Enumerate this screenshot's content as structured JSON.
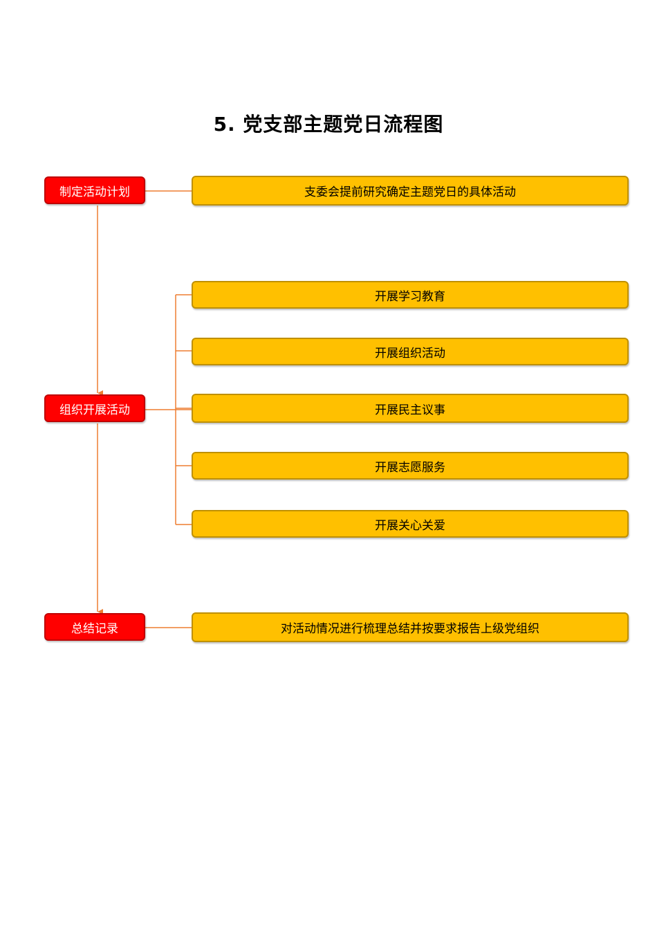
{
  "title": "5. 党支部主题党日流程图",
  "colors": {
    "step_fill": "#ff0000",
    "detail_fill": "#ffc000",
    "connector": "#ed7d31"
  },
  "steps": [
    {
      "label": "制定活动计划",
      "details": [
        "支委会提前研究确定主题党日的具体活动"
      ]
    },
    {
      "label": "组织开展活动",
      "details": [
        "开展学习教育",
        "开展组织活动",
        "开展民主议事",
        "开展志愿服务",
        "开展关心关爱"
      ]
    },
    {
      "label": "总结记录",
      "details": [
        "对活动情况进行梳理总结并按要求报告上级党组织"
      ]
    }
  ]
}
